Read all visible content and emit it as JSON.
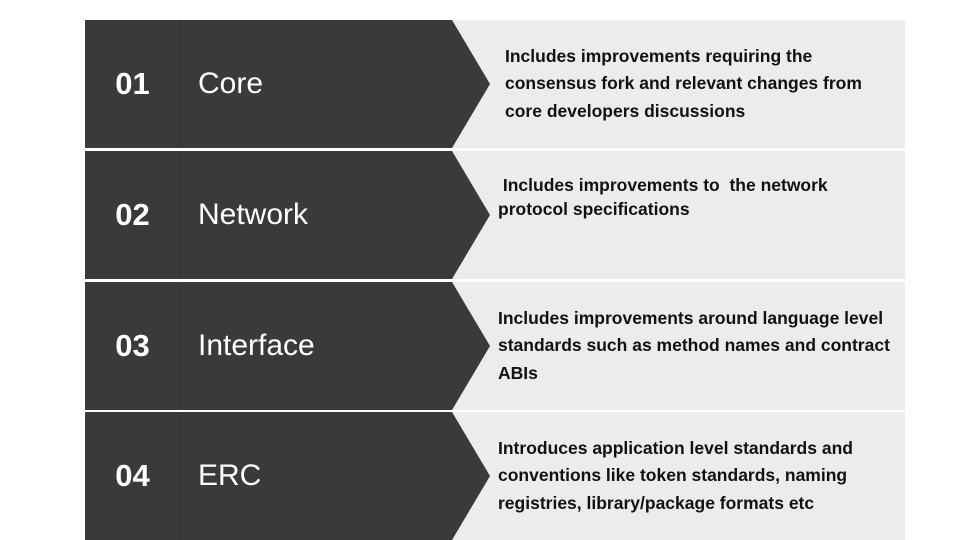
{
  "colors": {
    "dark": "#3a3a3a",
    "darker": "#353535",
    "light": "#ececec",
    "divider": "#ffffff"
  },
  "rows": [
    {
      "number": "01",
      "title": "Core",
      "description": "Includes improvements requiring the consensus  fork and relevant changes from core developers discussions"
    },
    {
      "number": "02",
      "title": "Network",
      "description": " Includes improvements to  the network protocol specifications"
    },
    {
      "number": "03",
      "title": "Interface",
      "description": "Includes improvements around language level standards such as method names and contract ABIs"
    },
    {
      "number": "04",
      "title": "ERC",
      "description": "Introduces application level standards and conventions like token standards, naming registries, library/package formats etc"
    }
  ]
}
